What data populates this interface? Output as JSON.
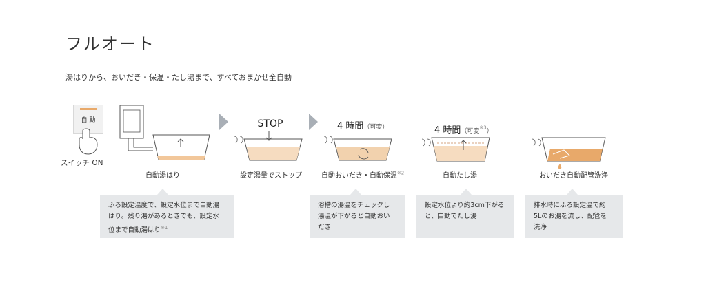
{
  "title": "フルオート",
  "subtitle": "湯はりから、おいだき・保温・たし湯まで、すべておまかせ全自動",
  "switch": {
    "button_label": "自 動",
    "caption": "スイッチ ON"
  },
  "steps": [
    {
      "label": "自動湯はり"
    },
    {
      "head": "STOP",
      "label": "設定湯量でストップ"
    },
    {
      "head": "4 時間",
      "head_note": "（可変）",
      "label": "自動おいだき・自動保温",
      "label_mark": "※2"
    },
    {
      "head": "4 時間",
      "head_note": "（可変",
      "head_mark": "※3",
      "head_close": "）",
      "label": "自動たし湯"
    },
    {
      "label": "おいだき自動配管洗浄"
    }
  ],
  "notes": [
    {
      "lines": [
        "ふろ設定温度で、設定水位まで自動湯",
        "はり。残り湯があるときでも、設定水",
        "位まで自動湯はり"
      ],
      "mark": "※1"
    },
    {
      "lines": [
        "浴槽の湯温をチェックし",
        "湯温が下がると自動おい",
        "だき"
      ]
    },
    {
      "lines": [
        "設定水位より約3cm下がる",
        "と、自動でたし湯"
      ]
    },
    {
      "lines": [
        "排水時にふろ設定温で約",
        "5Lのお湯を流し、配管を",
        "洗浄"
      ]
    }
  ],
  "colors": {
    "water": "#f2c79a",
    "water_dark": "#e8a96a",
    "chevron": "#a9afb6",
    "note_bg": "#e6e8ea",
    "divider": "#b8b8b8"
  }
}
